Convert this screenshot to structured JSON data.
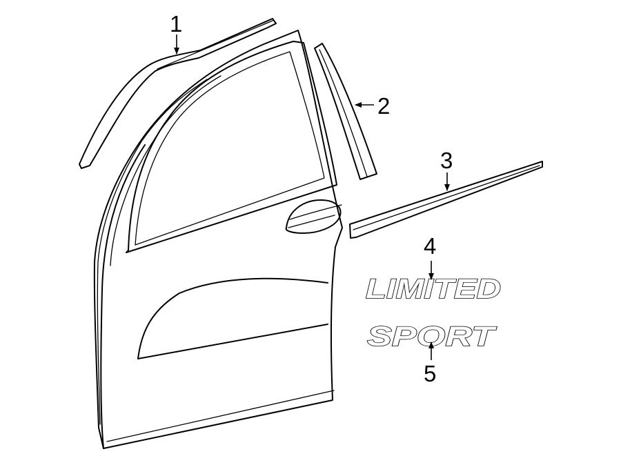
{
  "callouts": [
    {
      "id": "1",
      "label": "1"
    },
    {
      "id": "2",
      "label": "2"
    },
    {
      "id": "3",
      "label": "3"
    },
    {
      "id": "4",
      "label": "4"
    },
    {
      "id": "5",
      "label": "5"
    }
  ],
  "emblems": {
    "limited": "LIMITED",
    "sport": "SPORT"
  }
}
